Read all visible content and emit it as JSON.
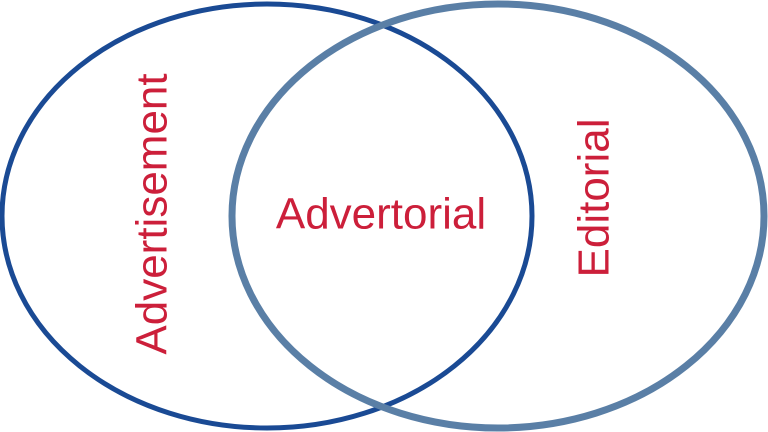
{
  "diagram": {
    "sets": [
      {
        "id": "left",
        "label": "Advertisement",
        "stroke_color": "#1a4a94"
      },
      {
        "id": "right",
        "label": "Editorial",
        "stroke_color": "#5a7fa6"
      }
    ],
    "intersection": {
      "label": "Advertorial"
    },
    "label_color": "#cc1f3a",
    "background_color": "#ffffff"
  }
}
